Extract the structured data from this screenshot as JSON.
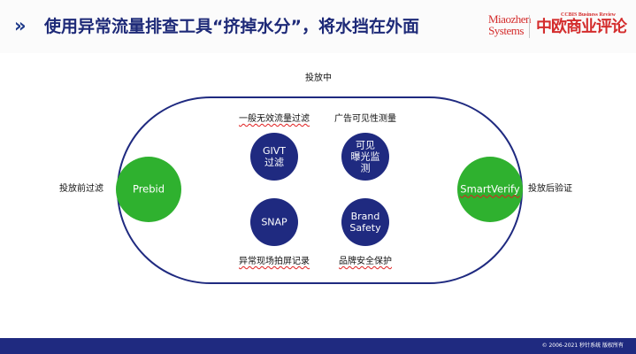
{
  "header": {
    "chevrons": "»",
    "title": "使用异常流量排查工具“挤掉水分”，将水挡在外面"
  },
  "logos": {
    "miaozhen_line1": "Miaozhen",
    "miaozhen_line2": "Systems",
    "cbr_en": "CCBIS Business Review",
    "cbr_cn": "中欧商业评论"
  },
  "diagram": {
    "top_label": "投放中",
    "left_label": "投放前过滤",
    "right_label": "投放后验证",
    "prebid": "Prebid",
    "smartverify": "SmartVerify",
    "giv_label": "一般无效流量过滤",
    "visibility_label": "广告可见性测量",
    "screenshot_label": "异常现场拍屏记录",
    "brand_label": "品牌安全保护",
    "circles": {
      "givt_line1": "GIVT",
      "givt_line2": "过滤",
      "exposure_line1": "可见",
      "exposure_line2": "曝光监",
      "exposure_line3": "测",
      "snap": "SNAP",
      "brand_line1": "Brand",
      "brand_line2": "Safety"
    }
  },
  "footer": {
    "copyright": "© 2006-2021 秒针系统 版权所有"
  },
  "colors": {
    "title_blue": "#1e2a78",
    "navy_circle": "#1f2a80",
    "green_circle": "#2fb12f",
    "logo_red": "#d42d2d",
    "footer_blue": "#1f2a80"
  }
}
